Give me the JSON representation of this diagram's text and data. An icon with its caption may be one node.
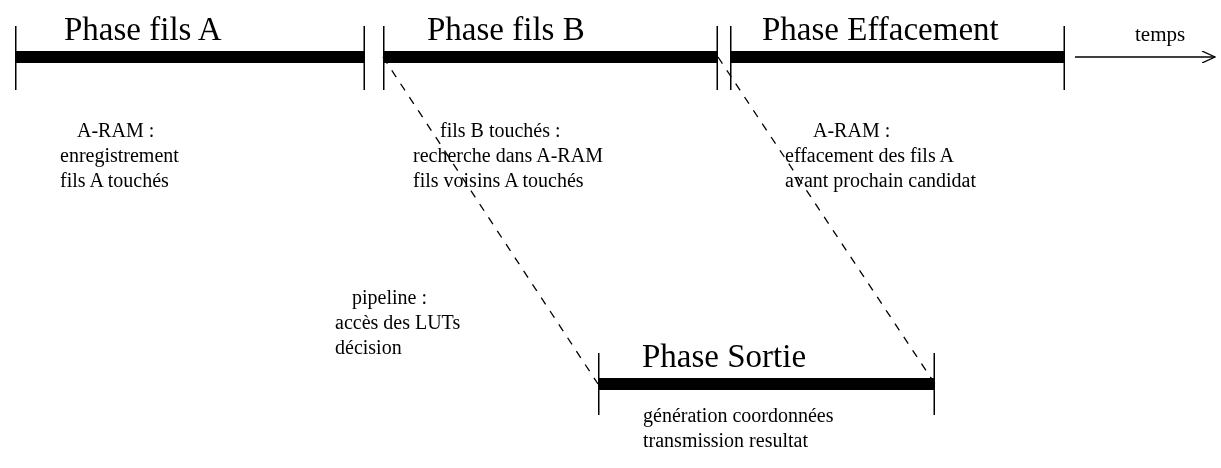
{
  "diagram": {
    "nodes": [
      {
        "text": [
          "Phase fils A"
        ],
        "beside": [
          "A-RAM :",
          "enregistrement fils A touchés"
        ]
      },
      {
        "text": [
          "Phase fils B"
        ],
        "beside": [
          "fils B touchés :",
          "recherche dans A-RAM fils voisins A touchés"
        ]
      },
      {
        "text": [
          "Phase Effacement"
        ],
        "beside": [
          "A-RAM :",
          "effacement des fils A avant prochain candidat"
        ]
      },
      {
        "text": [
          "Phase Sortie"
        ],
        "beside": [
          "génération coordonnées transmission resultat"
        ]
      }
    ],
    "edges": [
      {
        "from": 1,
        "to": 3,
        "arrow": "none",
        "style": "dashed"
      },
      {
        "from": 1,
        "to": 3,
        "arrow": "none",
        "style": "dashed"
      }
    ],
    "labels": [
      "temps",
      "pipeline :",
      "accès des LUTs décision"
    ]
  }
}
